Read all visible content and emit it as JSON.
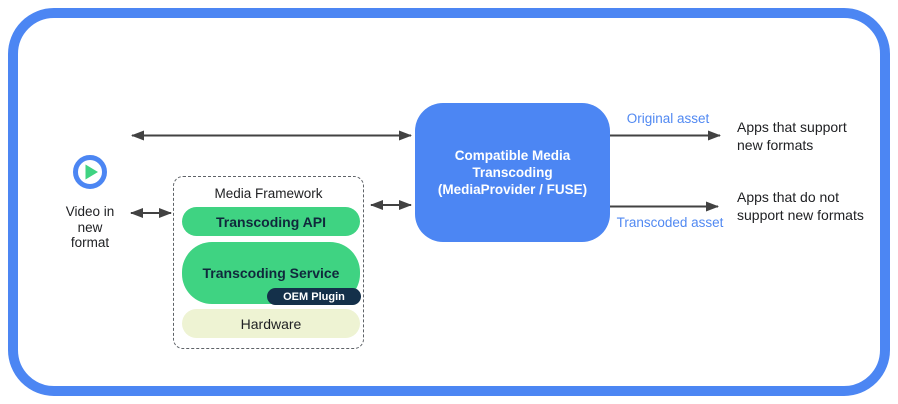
{
  "colors": {
    "border_blue": "#4c86f3",
    "box_blue": "#4c86f3",
    "label_blue": "#5189f2",
    "pill_green": "#3fd382",
    "oem_navy": "#14304a",
    "hardware_cream": "#eef3d3",
    "arrow_gray": "#424242",
    "text_dark": "#202124"
  },
  "video_source": {
    "label": "Video in\nnew\nformat",
    "icon": "play-icon"
  },
  "media_framework": {
    "title": "Media Framework",
    "api_label": "Transcoding API",
    "service_label": "Transcoding Service",
    "oem_label": "OEM Plugin",
    "hardware_label": "Hardware"
  },
  "transcoder": {
    "label": "Compatible Media\nTranscoding\n(MediaProvider / FUSE)"
  },
  "outputs": {
    "original_label": "Original asset",
    "original_target": "Apps that support\nnew formats",
    "transcoded_label": "Transcoded asset",
    "transcoded_target": "Apps that do not\nsupport new formats"
  }
}
